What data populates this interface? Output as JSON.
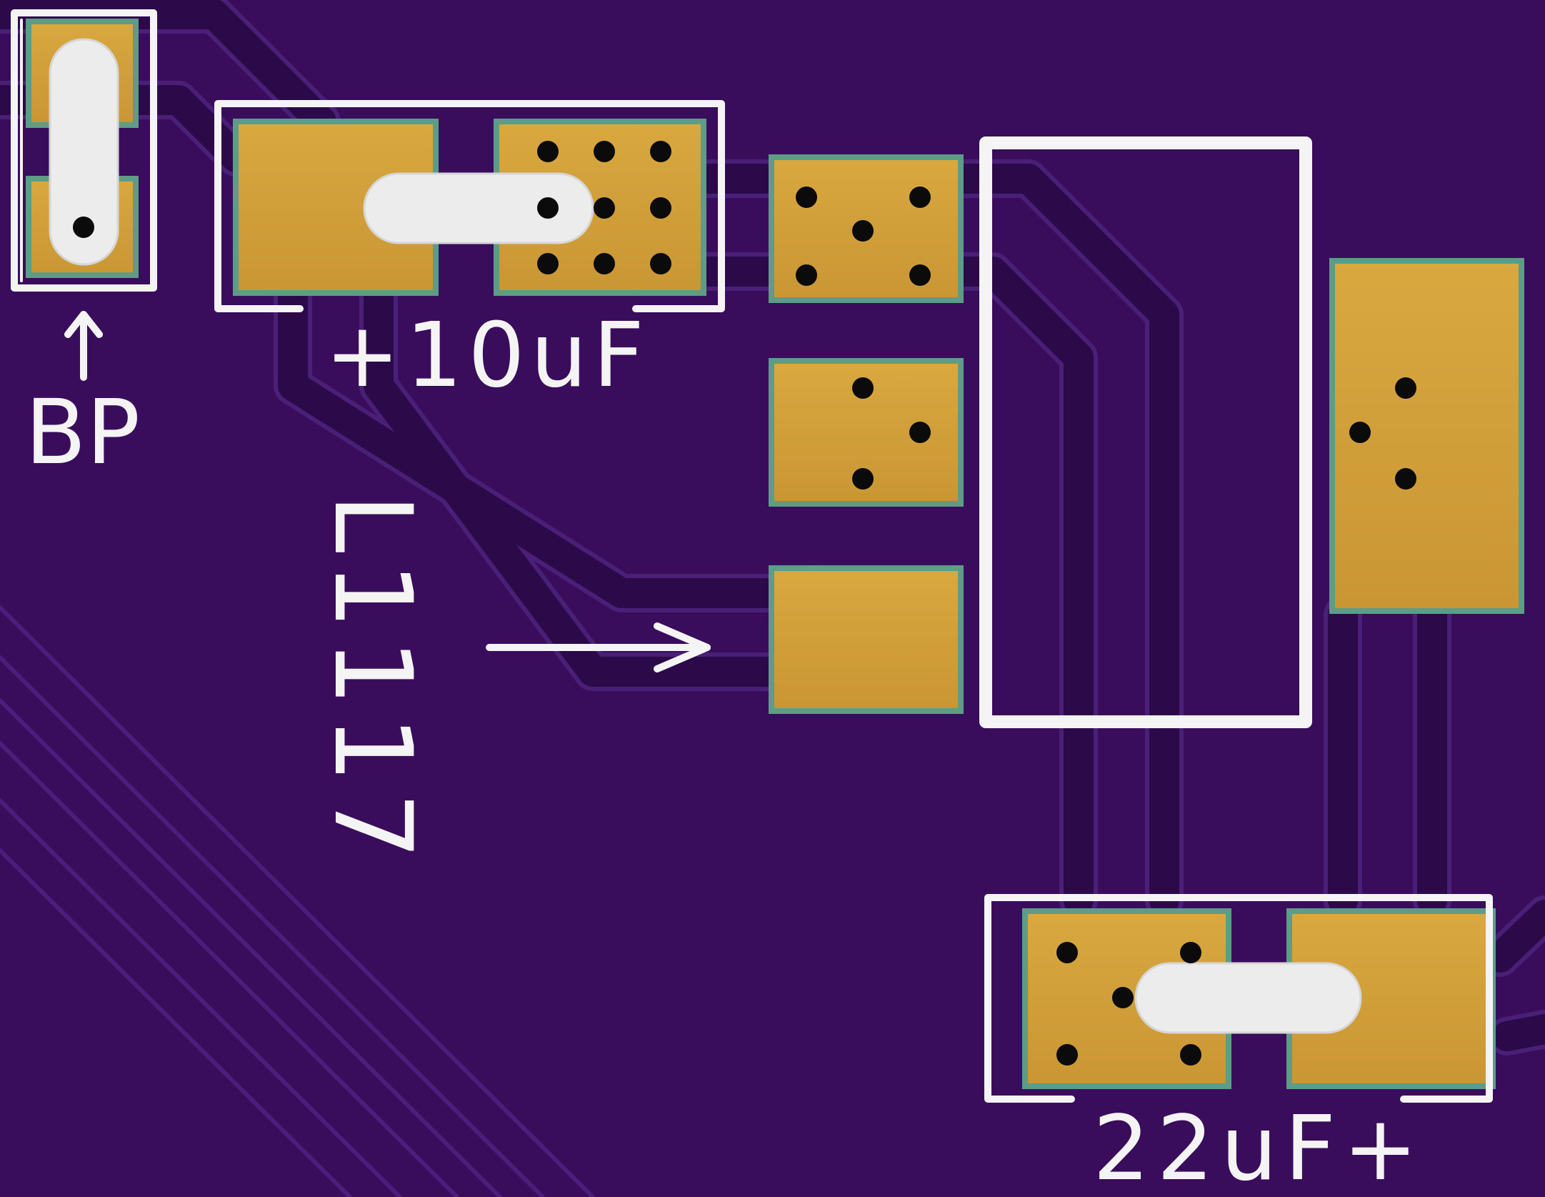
{
  "board": {
    "colors": {
      "soldermask": "#3a0d5c",
      "trace": "#2c0a4a",
      "trace_edge": "#4a1f78",
      "pad": "#d3a23c",
      "pad_edge": "#5d9c86",
      "silkscreen": "#f4f4f4",
      "via": "#0b0b0b"
    }
  },
  "labels": {
    "bp": "BP",
    "cap_in": "+10uF",
    "regulator": "L1117",
    "cap_out": "22uF+"
  }
}
